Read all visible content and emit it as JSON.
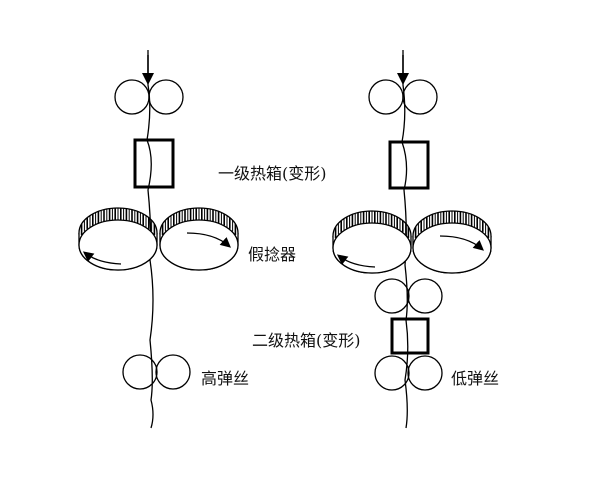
{
  "labels": {
    "primary_heater": "一级热箱(变形)",
    "false_twister": "假捻器",
    "high_stretch_yarn": "高弹丝",
    "secondary_heater": "二级热箱(变形)",
    "low_stretch_yarn": "低弹丝"
  }
}
